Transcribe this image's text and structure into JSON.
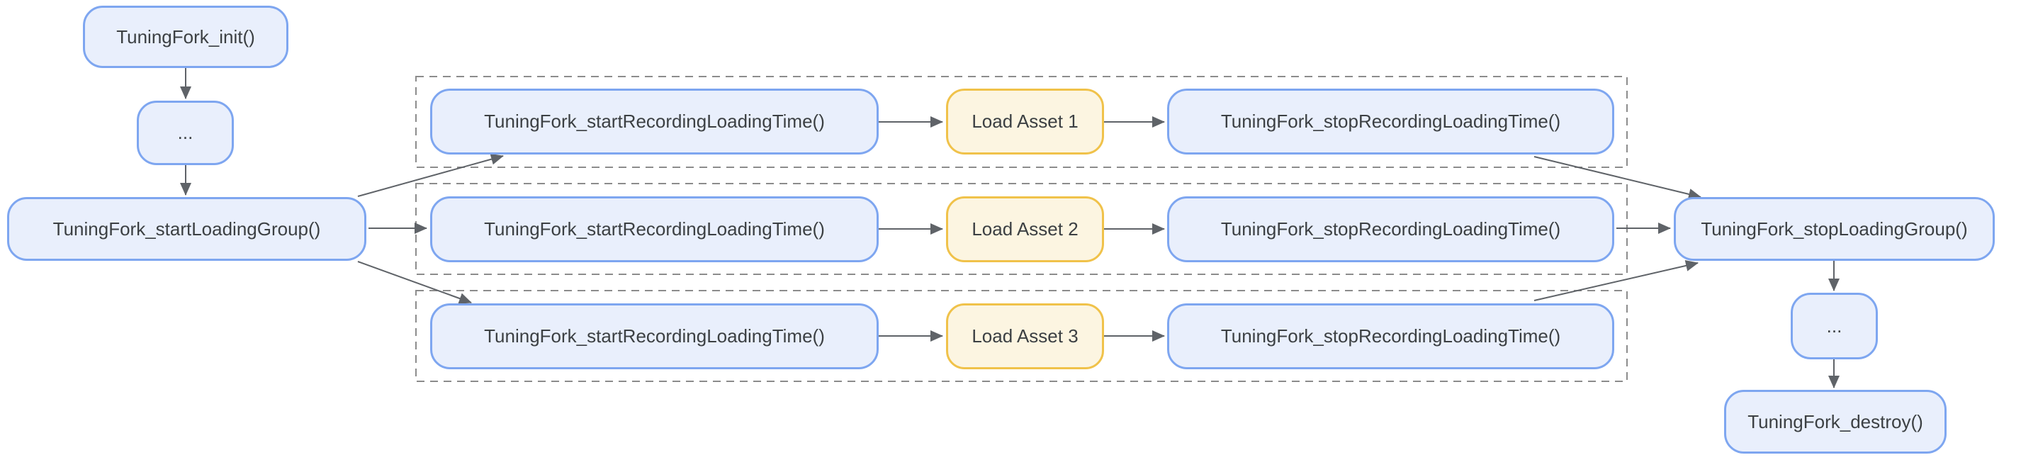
{
  "diagram": {
    "nodes": {
      "init": {
        "label": "TuningFork_init()"
      },
      "ellipsis_top": {
        "label": "..."
      },
      "start_loading_group": {
        "label": "TuningFork_startLoadingGroup()"
      },
      "stop_loading_group": {
        "label": "TuningFork_stopLoadingGroup()"
      },
      "ellipsis_bottom": {
        "label": "..."
      },
      "destroy": {
        "label": "TuningFork_destroy()"
      }
    },
    "rows": [
      {
        "start": {
          "label": "TuningFork_startRecordingLoadingTime()"
        },
        "asset": {
          "label": "Load Asset 1"
        },
        "stop": {
          "label": "TuningFork_stopRecordingLoadingTime()"
        }
      },
      {
        "start": {
          "label": "TuningFork_startRecordingLoadingTime()"
        },
        "asset": {
          "label": "Load Asset 2"
        },
        "stop": {
          "label": "TuningFork_stopRecordingLoadingTime()"
        }
      },
      {
        "start": {
          "label": "TuningFork_startRecordingLoadingTime()"
        },
        "asset": {
          "label": "Load Asset 3"
        },
        "stop": {
          "label": "TuningFork_stopRecordingLoadingTime()"
        }
      }
    ],
    "colors": {
      "api_node_fill": "#E9EFFC",
      "api_node_border": "#7EA6F0",
      "asset_node_fill": "#FCF5E1",
      "asset_node_border": "#F0C24A",
      "group_dashed_border": "#8C8C8C",
      "arrow": "#5F6368",
      "text": "#3C4043"
    }
  }
}
